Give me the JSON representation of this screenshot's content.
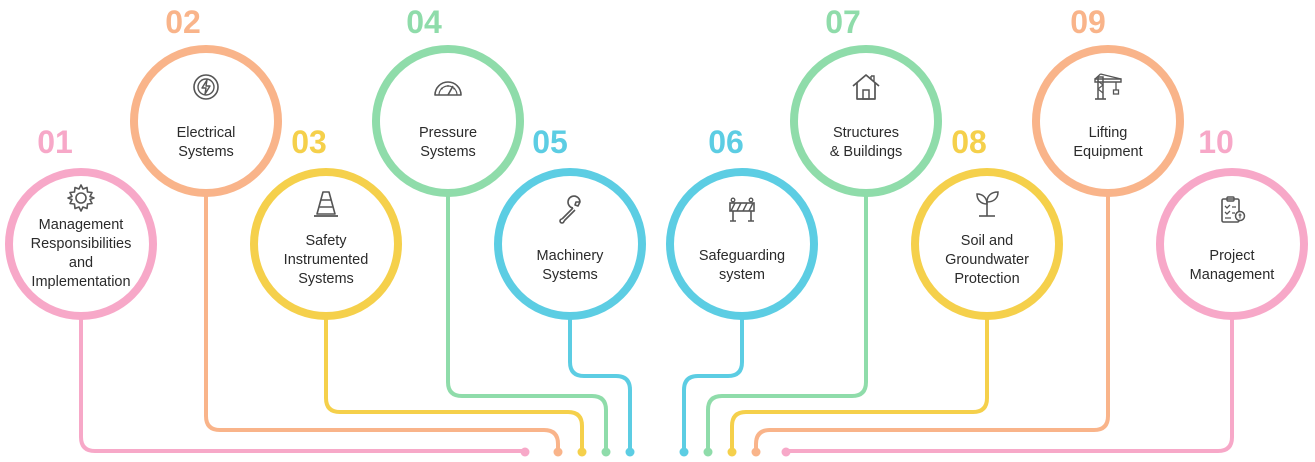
{
  "colors": {
    "pink": "#f7a8c8",
    "orange": "#f9b48a",
    "yellow": "#f5d04b",
    "green": "#8fdcaa",
    "cyan": "#5ccde3"
  },
  "steps": [
    {
      "number": "01",
      "lines": [
        "Management",
        "Responsibilities",
        "and",
        "Implementation"
      ],
      "icon": "gear-icon",
      "color": "pink"
    },
    {
      "number": "02",
      "lines": [
        "Electrical",
        "Systems"
      ],
      "icon": "electricity-icon",
      "color": "orange"
    },
    {
      "number": "03",
      "lines": [
        "Safety",
        "Instrumented",
        "Systems"
      ],
      "icon": "traffic-cone-icon",
      "color": "yellow"
    },
    {
      "number": "04",
      "lines": [
        "Pressure",
        "Systems"
      ],
      "icon": "pressure-gauge-icon",
      "color": "green"
    },
    {
      "number": "05",
      "lines": [
        "Machinery",
        "Systems"
      ],
      "icon": "wrench-icon",
      "color": "cyan"
    },
    {
      "number": "06",
      "lines": [
        "Safeguarding",
        "system"
      ],
      "icon": "barrier-icon",
      "color": "cyan"
    },
    {
      "number": "07",
      "lines": [
        "Structures",
        "& Buildings"
      ],
      "icon": "house-icon",
      "color": "green"
    },
    {
      "number": "08",
      "lines": [
        "Soil and",
        "Groundwater",
        "Protection"
      ],
      "icon": "sprout-icon",
      "color": "yellow"
    },
    {
      "number": "09",
      "lines": [
        "Lifting",
        "Equipment"
      ],
      "icon": "crane-icon",
      "color": "orange"
    },
    {
      "number": "10",
      "lines": [
        "Project",
        "Management"
      ],
      "icon": "clipboard-icon",
      "color": "pink"
    }
  ]
}
